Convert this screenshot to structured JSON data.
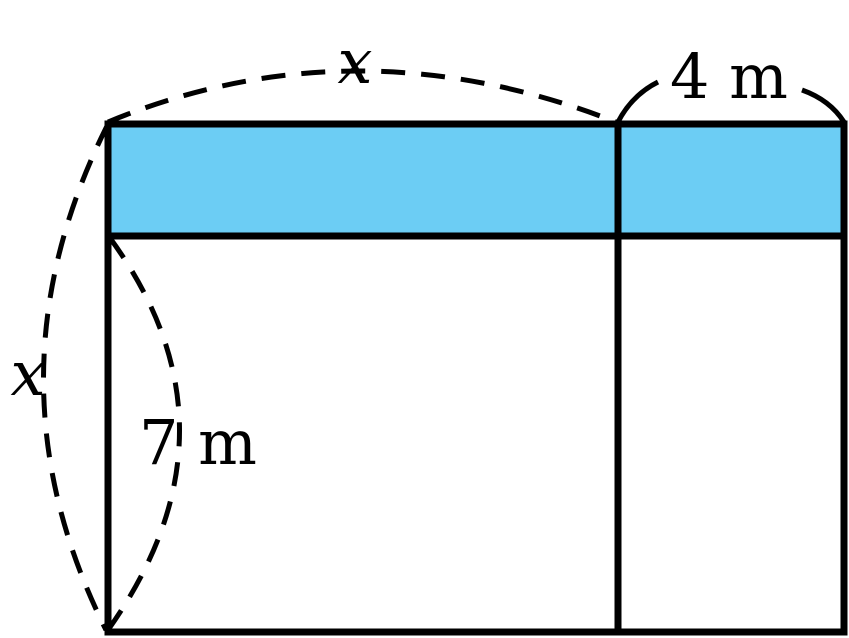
{
  "figure": {
    "labels": {
      "top_x": "x",
      "top_4m": "4 m",
      "left_x": "x",
      "inner_7m": "7 m"
    },
    "colors": {
      "shaded_strip": "#6CCDF4",
      "stroke": "#000000",
      "background": "#FFFFFF"
    }
  }
}
